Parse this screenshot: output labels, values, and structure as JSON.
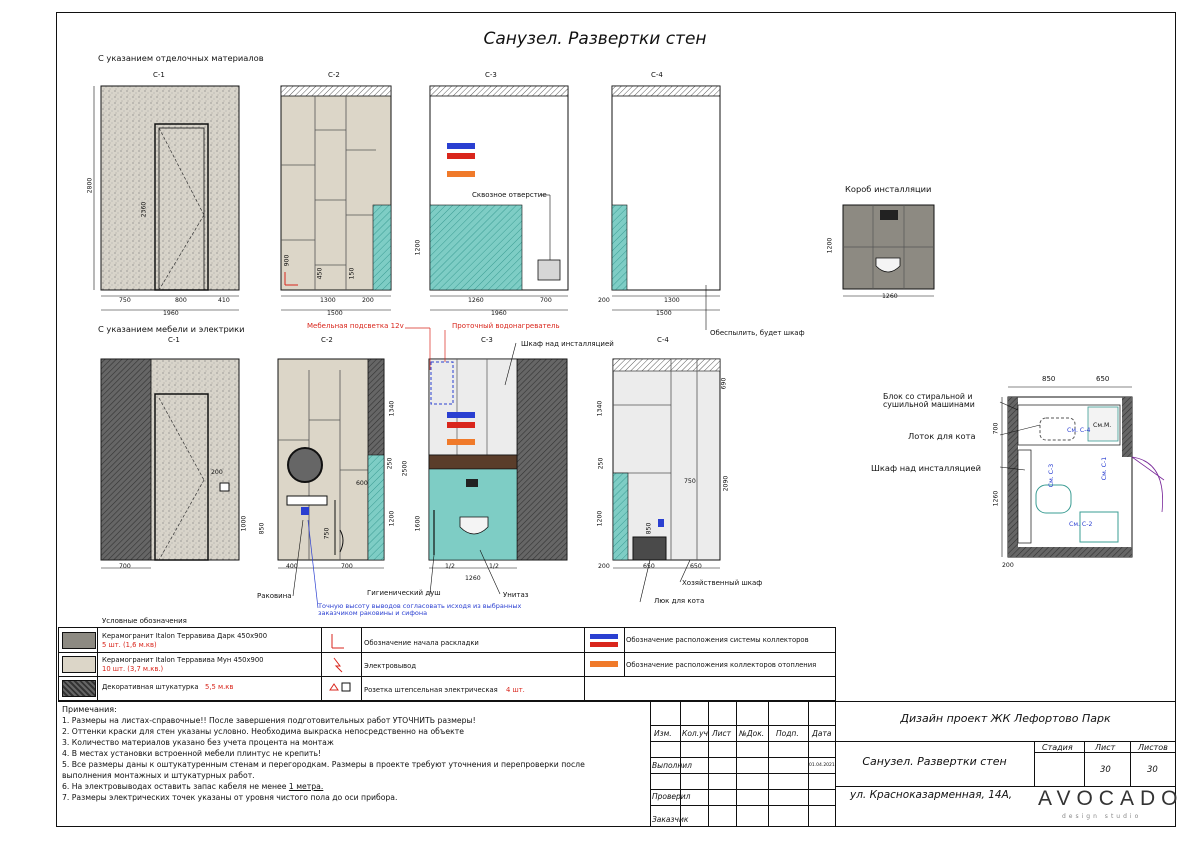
{
  "title": "Санузел. Развертки стен",
  "section1": {
    "heading": "С указанием отделочных материалов",
    "walls": [
      "С-1",
      "С-2",
      "С-3",
      "С-4"
    ],
    "c1": {
      "height": "2800",
      "door": "2360",
      "dims": [
        "750",
        "800",
        "410"
      ],
      "total": "1960"
    },
    "c2": {
      "h1": "900",
      "h2": "450",
      "h3": "150",
      "dims": [
        "1300",
        "200"
      ],
      "total": "1500"
    },
    "c3": {
      "h": "1200",
      "hole": "Сквозное отверстие",
      "dims": [
        "1260",
        "700"
      ],
      "total": "1960"
    },
    "c4": {
      "dims": [
        "200",
        "1300"
      ],
      "total": "1500",
      "note": "Обеспылить, будет шкаф"
    },
    "box_title": "Короб инсталляции",
    "box_h": "1200",
    "box_w": "1260"
  },
  "section2": {
    "heading": "С указанием мебели и электрики",
    "walls": [
      "С-1",
      "С-2",
      "С-3",
      "С-4"
    ],
    "c1": {
      "h1": "200",
      "h2": "1000",
      "w": "700"
    },
    "c2": {
      "h1": "1340",
      "h2": "250",
      "h3": "2500",
      "h4": "1200",
      "h5": "850",
      "d1": "600",
      "d2": "750",
      "w1": "400",
      "w2": "700",
      "sink": "Раковина",
      "advice": "Точную высоту выводов согласовать исходя из выбранных заказчиком раковины и сифона",
      "led": "Мебельная подсветка 12v",
      "heater": "Проточный водонагреватель"
    },
    "c3": {
      "cab": "Шкаф над инсталляцией",
      "h1": "1600",
      "w": [
        "1/2",
        "1/2"
      ],
      "total": "1260",
      "shower": "Гигиенический душ",
      "wc": "Унитаз"
    },
    "c4": {
      "h1": "1340",
      "h2": "250",
      "h3": "1200",
      "h4": "690",
      "h5": "2090",
      "d1": "750",
      "d2": "850",
      "w": [
        "650",
        "650"
      ],
      "hatch": "Люк для кота",
      "cab": "Хозяйственный шкаф"
    }
  },
  "plan": {
    "dims": [
      "850",
      "650",
      "700",
      "1260",
      "200"
    ],
    "labels": [
      "Блок со стиральной и сушильной машинами",
      "Лоток для кота",
      "Шкаф над инсталляцией"
    ],
    "marks": [
      "См.М.",
      "См. С-4",
      "См. С-1",
      "См. С-3",
      "См. С-2"
    ]
  },
  "legend": {
    "heading": "Условные обозначения",
    "items": [
      {
        "text": "Керамогранит Italon Терравива Дарк 450х900",
        "sub": "5 шт. (1,6 м.кв)",
        "color": "#8d8a82"
      },
      {
        "text": "Керамогранит Italon Терравива Мун 450х900",
        "sub": "10 шт. (3,7 м.кв.)",
        "color": "#dcd6c8"
      },
      {
        "text": "Декоративная штукатурка",
        "sub": "5,5 м.кв",
        "color": "#555555"
      }
    ],
    "symbols": [
      {
        "text": "Обозначение начала раскладки"
      },
      {
        "text": "Электровывод"
      },
      {
        "text": "Розетка штепсельная электрическая",
        "extra": "4 шт."
      }
    ],
    "colls": [
      {
        "text": "Обозначение расположения системы коллекторов"
      },
      {
        "text": "Обозначение расположения коллекторов отопления"
      }
    ]
  },
  "notes": {
    "heading": "Примечания:",
    "lines": [
      "1. Размеры на листах-справочные!! После завершения подготовительных работ УТОЧНИТЬ размеры!",
      "2. Оттенки краски для стен указаны условно. Необходима выкраска непосредственно на объекте",
      "3. Количество материалов указано без учета процента на монтаж",
      "4. В местах установки встроенной мебели плинтус не крепить!",
      "5. Все размеры даны к оштукатуренным стенам и перегородкам. Размеры в проекте требуют уточнения и перепроверки после",
      "выполнения монтажных и штукатурных работ.",
      "6. На электровыводах оставить запас кабеля не менее",
      "7. Размеры электрических точек указаны от уровня чистого пола до оси прибора."
    ],
    "underline": "1 метра."
  },
  "stamp": {
    "cols": [
      "Изм.",
      "Кол.уч",
      "Лист",
      "№Док.",
      "Подп.",
      "Дата"
    ],
    "rows": [
      "Выполнил",
      "Проверил",
      "Заказчик"
    ],
    "date": "01.04.2021",
    "project": "Дизайн проект ЖК Лефортово Парк",
    "sheet_title": "Санузел. Развертки стен",
    "address": "ул. Красноказарменная, 14А,",
    "stage_label": "Стадия",
    "sheet_label": "Лист",
    "sheets_label": "Листов",
    "sheet": "30",
    "sheets": "30",
    "logo": "AVOCADO",
    "logo_sub": "design studio"
  }
}
